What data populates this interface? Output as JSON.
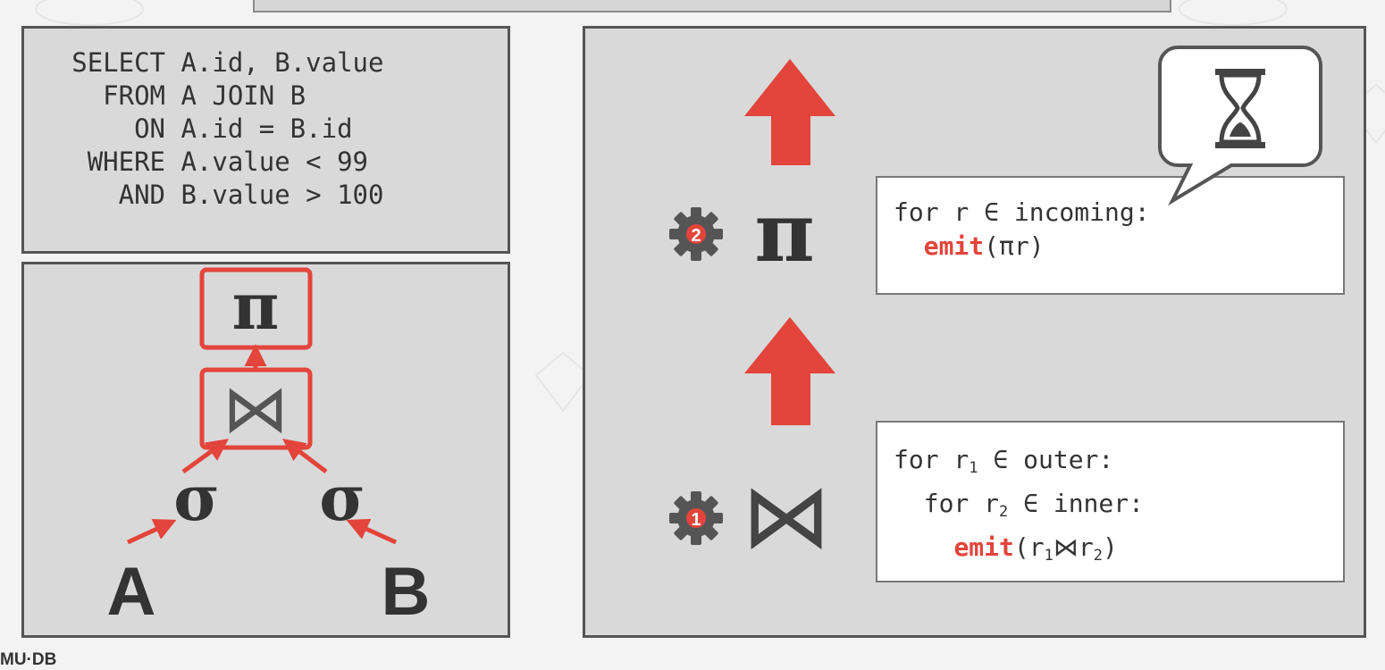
{
  "sql": {
    "lines": [
      {
        "kw": "SELECT",
        "rest": "A.id, B.value"
      },
      {
        "kw": "FROM",
        "rest": "A JOIN B"
      },
      {
        "kw": "ON",
        "rest": "A.id = B.id"
      },
      {
        "kw": "WHERE",
        "rest": "A.value < 99"
      },
      {
        "kw": "AND",
        "rest": "B.value > 100"
      }
    ]
  },
  "tree": {
    "projection": "π",
    "join": "⋈",
    "select_left": "σ",
    "select_right": "σ",
    "table_left": "A",
    "table_right": "B"
  },
  "execution": {
    "proj_symbol": "π",
    "proj_badge": "2",
    "join_symbol": "⋈",
    "join_badge": "1",
    "proj_code": {
      "line1": "for r ∈ incoming:",
      "emit_kw": "emit",
      "emit_args": "(πr)"
    },
    "join_code": {
      "for": "for r",
      "outer_sub": "1",
      "outer_rest": " ∈ outer:",
      "inner_sub": "2",
      "inner_rest": " ∈ inner:",
      "emit_kw": "emit",
      "r": "r",
      "join_op": "⋈",
      "close": ")",
      "open": "("
    },
    "callout_icon": "hourglass-icon"
  },
  "footer": {
    "logo": "MU·DB"
  },
  "colors": {
    "accent": "#e3443b",
    "panel": "#d9d9d9",
    "border": "#555555",
    "gear": "#555555"
  }
}
